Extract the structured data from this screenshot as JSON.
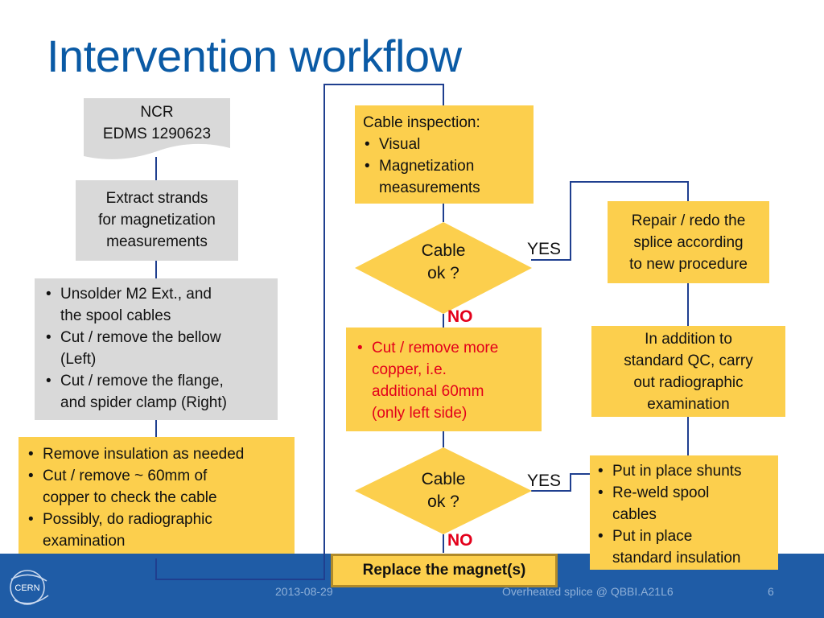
{
  "slide": {
    "title": "Intervention workflow",
    "colors": {
      "title": "#0a5aa5",
      "box_gray": "#d9d9d9",
      "box_yellow": "#fccf4d",
      "line": "#1f3f8f",
      "footer": "#1f5ca6",
      "alert": "#e3001b"
    }
  },
  "left_column": {
    "ncr": {
      "line1": "NCR",
      "line2": "EDMS 1290623"
    },
    "extract": {
      "line1": "Extract strands",
      "line2": "for magnetization",
      "line3": "measurements"
    },
    "unsolder": {
      "items": [
        {
          "line1": "Unsolder M2 Ext., and",
          "line2": "the spool cables"
        },
        {
          "line1": "Cut / remove the bellow",
          "line2": "(Left)"
        },
        {
          "line1": "Cut / remove the flange,",
          "line2": "and spider clamp (Right)"
        }
      ]
    },
    "remove": {
      "items": [
        {
          "line1": "Remove insulation as needed",
          "line2": ""
        },
        {
          "line1": "Cut / remove ~ 60mm of",
          "line2": "copper to check the cable"
        },
        {
          "line1": "Possibly, do radiographic",
          "line2": "examination"
        }
      ]
    }
  },
  "middle_column": {
    "inspection": {
      "heading": "Cable inspection:",
      "items": [
        {
          "line1": "Visual",
          "line2": ""
        },
        {
          "line1": "Magnetization",
          "line2": "measurements"
        }
      ]
    },
    "decision1": {
      "line1": "Cable",
      "line2": "ok ?",
      "yes": "YES",
      "no": "NO"
    },
    "cut_more": {
      "line1": "Cut / remove more",
      "line2": "copper, i.e.",
      "line3": "additional 60mm",
      "line4": "(only left side)"
    },
    "decision2": {
      "line1": "Cable",
      "line2": "ok ?",
      "yes": "YES",
      "no": "NO"
    },
    "replace": "Replace the magnet(s)"
  },
  "right_column": {
    "repair": {
      "line1": "Repair / redo the",
      "line2": "splice according",
      "line3": "to new procedure"
    },
    "qc": {
      "line1": "In addition to",
      "line2": "standard QC, carry",
      "line3": "out radiographic",
      "line4": "examination"
    },
    "final": {
      "items": [
        {
          "line1": "Put in place shunts",
          "line2": ""
        },
        {
          "line1": "Re-weld spool",
          "line2": "cables"
        },
        {
          "line1": "Put in place",
          "line2": "standard insulation"
        }
      ]
    }
  },
  "footer": {
    "logo_text": "CERN",
    "date": "2013-08-29",
    "subject": "Overheated splice @ QBBI.A21L6",
    "page": "6"
  }
}
